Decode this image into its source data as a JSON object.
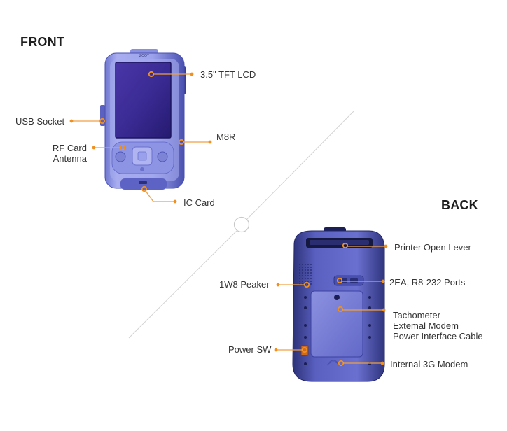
{
  "front": {
    "title": "FRONT",
    "device_brand": "ZOOT",
    "labels": {
      "lcd": "3.5\" TFT LCD",
      "usb": "USB Socket",
      "rf_line1": "RF Card",
      "rf_line2": "Antenna",
      "m8r": "M8R",
      "ic": "IC Card"
    }
  },
  "back": {
    "title": "BACK",
    "labels": {
      "printer": "Printer Open Lever",
      "speaker": "1W8 Peaker",
      "ports": "2EA, R8-232 Ports",
      "tacho_line1": "Tachometer",
      "tacho_line2": "Extemal Modem",
      "tacho_line3": "Power Interface Cable",
      "power": "Power SW",
      "modem": "Internal 3G Modem"
    }
  },
  "colors": {
    "accent": "#f0901e",
    "line": "#f0a040",
    "device_body": "#7d84d6",
    "device_dark": "#3a3f8f",
    "screen": "#3c2f9a",
    "divider": "#d0d0d0"
  }
}
